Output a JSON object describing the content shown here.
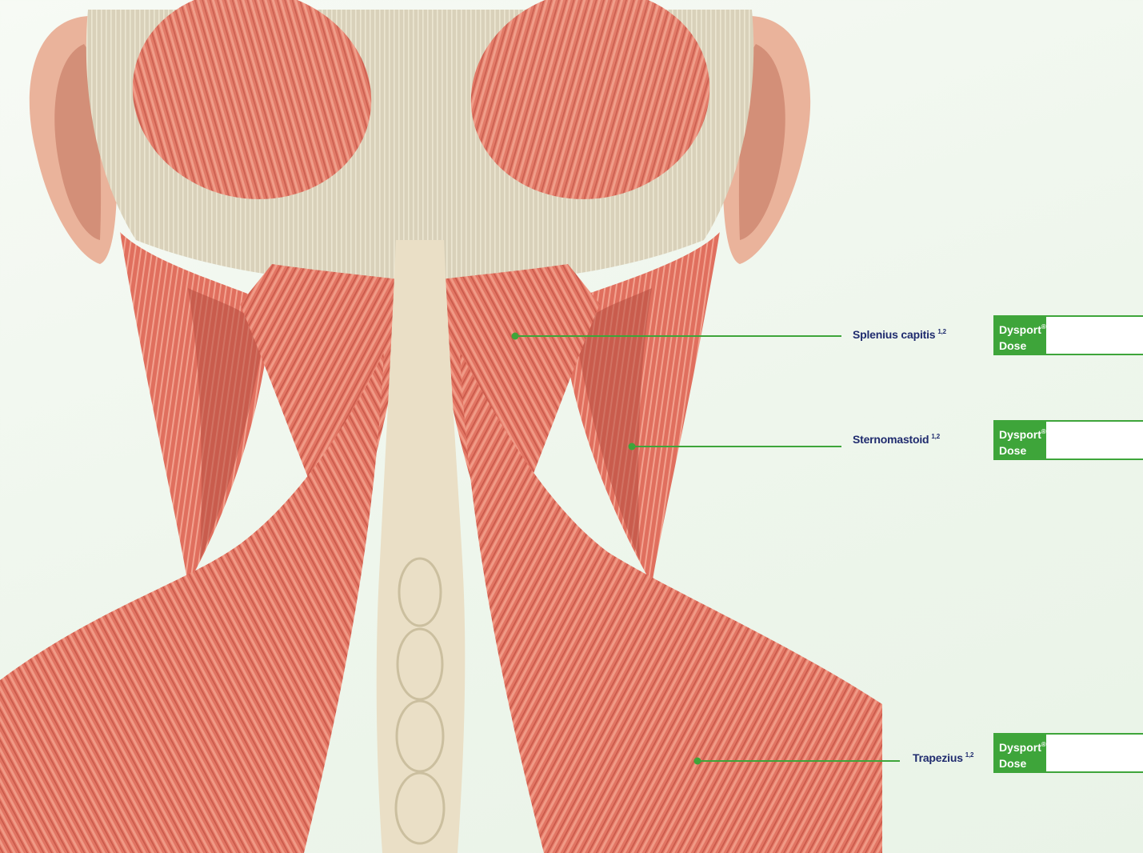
{
  "labels": [
    {
      "name": "Splenius capitis",
      "ref": "1,2"
    },
    {
      "name": "Sternomastoid",
      "ref": "1,2"
    },
    {
      "name": "Trapezius",
      "ref": "1,2"
    }
  ],
  "dose_box": {
    "brand": "Dysport",
    "registered": "®",
    "word": "Dose",
    "values": [
      "",
      "",
      ""
    ]
  },
  "colors": {
    "accent_green": "#3ea53a",
    "label_navy": "#1f2b6e",
    "muscle": "#e0705e",
    "tendon": "#d8d0b8",
    "skin": "#f0b59a"
  }
}
